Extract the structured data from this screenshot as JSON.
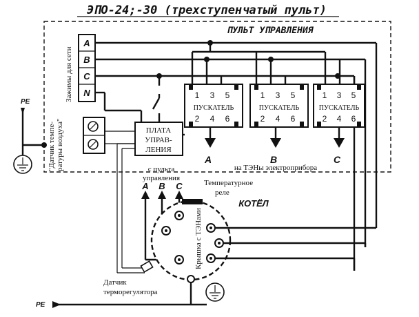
{
  "title": "ЭПО-24;-30 (трехступенчатый пульт)",
  "panel_label": "ПУЛЬТ УПРАВЛЕНИЯ",
  "terminals": [
    "A",
    "B",
    "C",
    "N"
  ],
  "terminals_caption": "Зажимы для сети",
  "sensor_caption_line1": "\"Датчик темпе-",
  "sensor_caption_line2": "ратуры воздуха\"",
  "pe_top": "PE",
  "pe_bottom": "PE",
  "board_line1": "ПЛАТА",
  "board_line2": "УПРАВ-",
  "board_line3": "ЛЕНИЯ",
  "starter_label": "ПУСКАТЕЛЬ",
  "starter_top": [
    "1",
    "3",
    "5"
  ],
  "starter_bottom": [
    "2",
    "4",
    "6"
  ],
  "phase_outputs": [
    "A",
    "B",
    "C"
  ],
  "heaters_label": "на ТЭНы электроприбора",
  "from_panel_line1": "с пульта",
  "from_panel_line2": "управления",
  "boiler_phases": [
    "A",
    "B",
    "C"
  ],
  "temp_relay_line1": "Температурное",
  "temp_relay_line2": "реле",
  "boiler_label": "КОТЁЛ",
  "cover_label": "Крышка с ТЭНами",
  "thermo_line1": "Датчик",
  "thermo_line2": "терморегулятора"
}
